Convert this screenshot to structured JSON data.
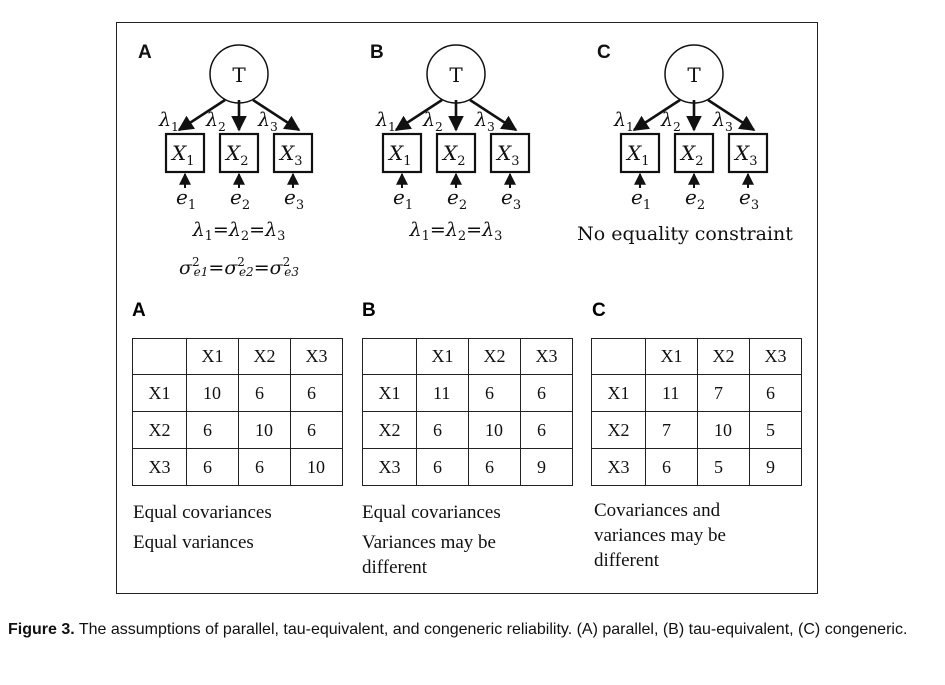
{
  "diagrams": [
    {
      "letter": "A",
      "latent": "T",
      "constraint_1": "λ1=λ2=λ3",
      "constraint_2": "σ²e1=σ²e2=σ²e3"
    },
    {
      "letter": "B",
      "latent": "T",
      "constraint_1": "λ1=λ2=λ3"
    },
    {
      "letter": "C",
      "latent": "T",
      "constraint_1": "No equality constraint"
    }
  ],
  "indicators": [
    "X1",
    "X2",
    "X3"
  ],
  "loadings": [
    "λ1",
    "λ2",
    "λ3"
  ],
  "errors": [
    "e1",
    "e2",
    "e3"
  ],
  "tables": [
    {
      "letter": "A",
      "header": [
        "",
        "X1",
        "X2",
        "X3"
      ],
      "rows": [
        [
          "X1",
          "10",
          "6",
          "6"
        ],
        [
          "X2",
          "6",
          "10",
          "6"
        ],
        [
          "X3",
          "6",
          "6",
          "10"
        ]
      ],
      "notes": [
        "Equal covariances",
        "Equal variances"
      ]
    },
    {
      "letter": "B",
      "header": [
        "",
        "X1",
        "X2",
        "X3"
      ],
      "rows": [
        [
          "X1",
          "11",
          "6",
          "6"
        ],
        [
          "X2",
          "6",
          "10",
          "6"
        ],
        [
          "X3",
          "6",
          "6",
          "9"
        ]
      ],
      "notes": [
        "Equal covariances",
        "Variances may be",
        "different"
      ]
    },
    {
      "letter": "C",
      "header": [
        "",
        "X1",
        "X2",
        "X3"
      ],
      "rows": [
        [
          "X1",
          "11",
          "7",
          "6"
        ],
        [
          "X2",
          "7",
          "10",
          "5"
        ],
        [
          "X3",
          "6",
          "5",
          "9"
        ]
      ],
      "notes": [
        "Covariances and",
        "variances may be",
        "different"
      ]
    }
  ],
  "caption": {
    "label": "Figure 3.",
    "text": "The assumptions of parallel, tau-equivalent, and congeneric reliability. (A) parallel, (B) tau-equivalent, (C) congeneric."
  }
}
